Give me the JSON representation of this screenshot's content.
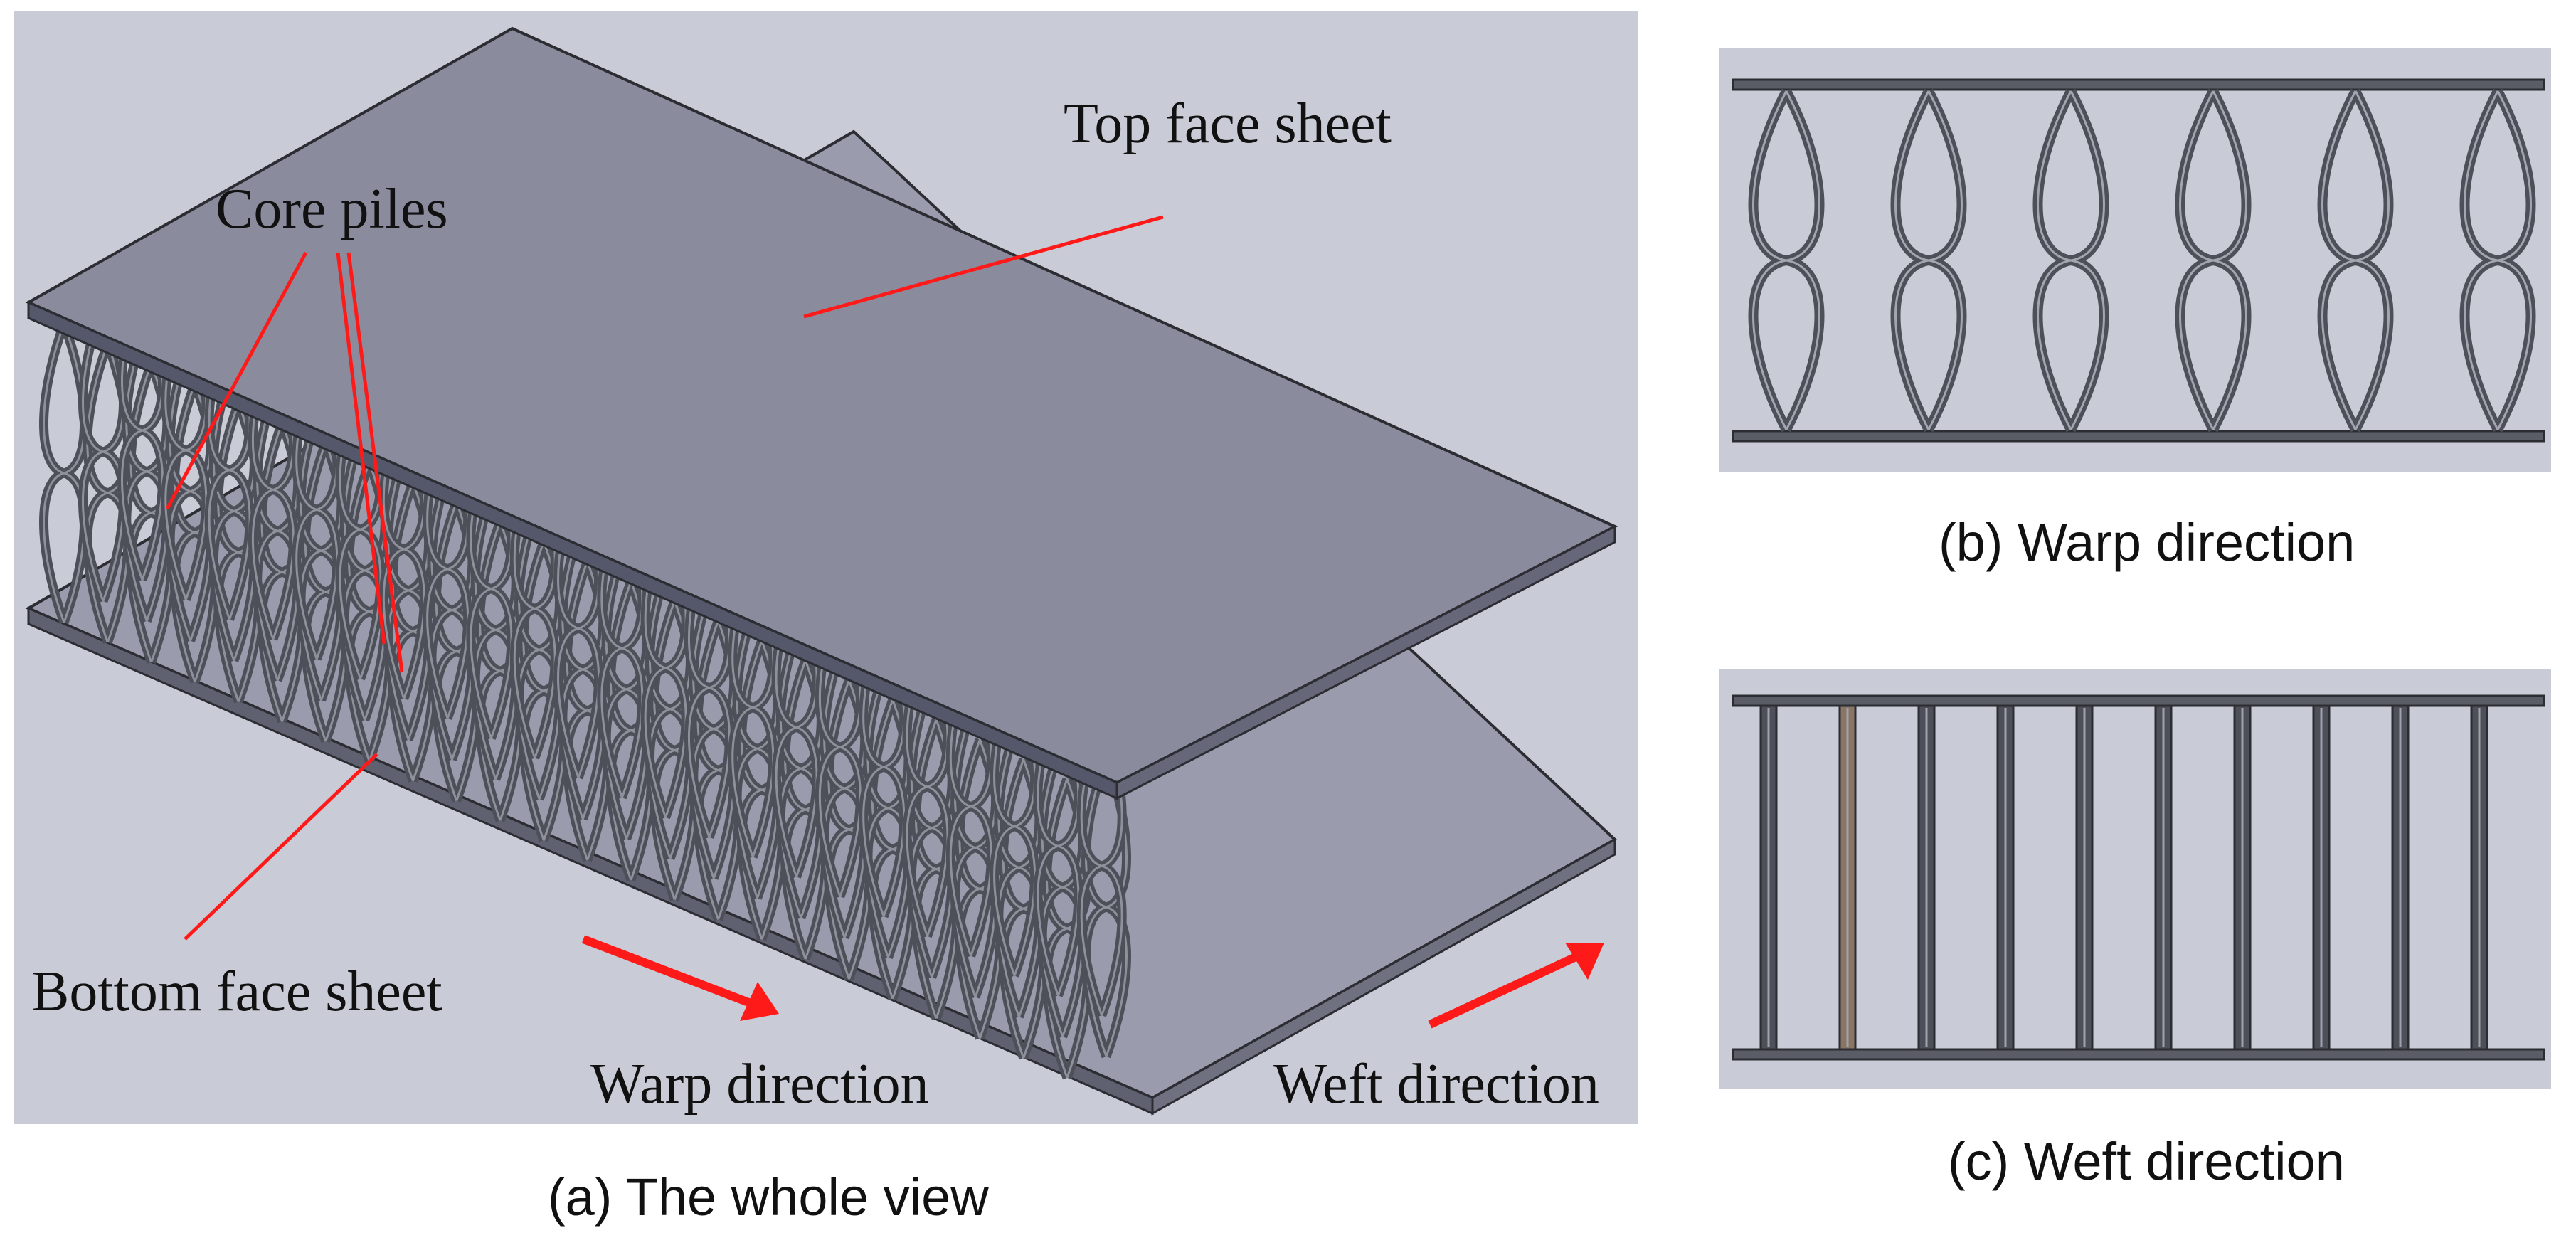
{
  "panel_a": {
    "labels": {
      "top_face_sheet": "Top face sheet",
      "core_piles": "Core piles",
      "bottom_face_sheet": "Bottom face sheet",
      "warp_direction": "Warp direction",
      "weft_direction": "Weft direction"
    },
    "caption": "(a) The whole view"
  },
  "panel_b": {
    "caption": "(b) Warp direction"
  },
  "panel_c": {
    "caption": "(c) Weft direction"
  },
  "colors": {
    "background_panel": "#c9ccd6",
    "top_sheet": "#8a8c9e",
    "bottom_sheet": "#9a9cad",
    "pile": "#4d5058",
    "annotation": "#ff1a1a"
  }
}
